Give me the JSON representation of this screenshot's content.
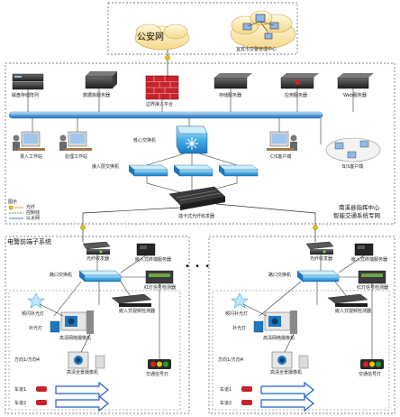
{
  "cloud": {
    "public_net": "公安网",
    "center": "宜宾市交警管理中心"
  },
  "servers": {
    "storage_array": "磁盘存储阵列",
    "db_server": "数据库服务器",
    "border_platform": "边界接入平台",
    "storage_server": "存储服务器",
    "app_server": "应用服务器",
    "web_server": "Web服务器"
  },
  "clients": {
    "entry_station": "录入工作站",
    "process_station": "处理工作站",
    "access_switch": "接入层交换机",
    "core_switch": "核心交换机",
    "cs_client": "C/S客户端",
    "bs_client": "B/S客户端"
  },
  "legend": {
    "title": "图示",
    "fiber": "光纤",
    "control": "控制线",
    "ethernet": "以太网"
  },
  "center": {
    "title_line1": "南溪县指挥中心",
    "title_line2": "智能交通系统专网",
    "plug_transceiver": "插卡式光纤收发器"
  },
  "ellipsis": "• • •",
  "site_left": {
    "system_title": "电警前端子系统",
    "fiber_transceiver": "光纤收发器",
    "embedded_terminal": "嵌入式终端服务器",
    "cabinet_switch": "路口交换机",
    "signal_detector": "红灯信号检测器",
    "embedded_controller": "嵌入式视频检测器",
    "strobe": "频闪补光灯",
    "fill_light": "补光灯",
    "hd_camera": "高清网络摄像机",
    "direction": "方向1/方向4",
    "panorama_camera": "高清全景摄像机",
    "signal_light": "交通信号灯",
    "lane1": "车道1",
    "lane2": "车道2"
  },
  "site_right": {
    "fiber_transceiver": "光纤收发器",
    "embedded_terminal": "嵌入式终端服务器",
    "cabinet_switch": "路口交换机",
    "signal_detector": "红灯信号检测器",
    "embedded_controller": "嵌入式视频检测器",
    "strobe": "频闪补光灯",
    "fill_light": "补光灯",
    "hd_camera": "高清网络摄像机",
    "direction": "方向1/方向4",
    "panorama_camera": "高清全景摄像机",
    "signal_light": "交通信号灯",
    "lane1": "车道1",
    "lane2": "车道2"
  },
  "colors": {
    "bus": "#4a8fd6",
    "switch": "#3aa6e0",
    "firewall": "#c8232c",
    "arrow": "#1f5fd0",
    "light_red": "#e02020",
    "light_yellow": "#f2c200",
    "light_green": "#22a02a",
    "fiber": "#e0a000"
  }
}
